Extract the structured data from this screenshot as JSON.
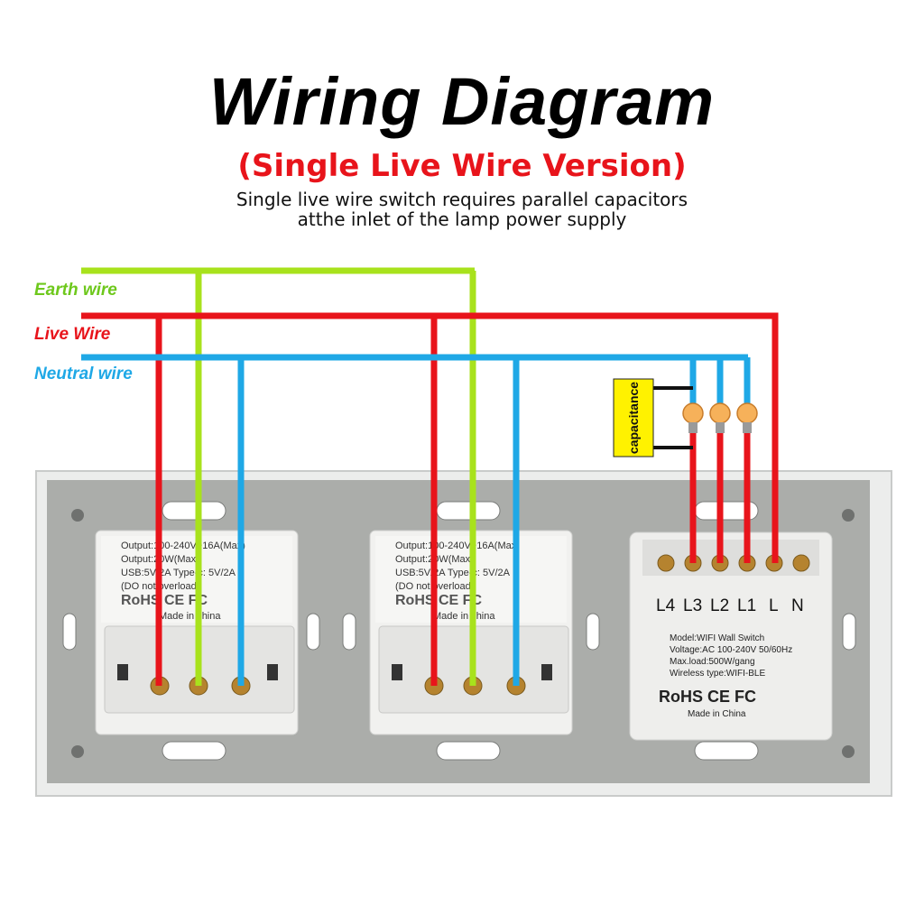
{
  "title": "Wiring Diagram",
  "subtitle": "(Single Live Wire Version)",
  "description": [
    "Single live wire switch requires parallel capacitors",
    "atthe inlet of the lamp power supply"
  ],
  "wires": {
    "earth": {
      "label": "Earth wire",
      "color": "#a8e21c"
    },
    "live": {
      "label": "Live Wire",
      "color": "#e8141b"
    },
    "neutral": {
      "label": "Neutral wire",
      "color": "#1fa8e6"
    }
  },
  "capacitance_label": "capacitance",
  "socket_label": {
    "line1": "Output:100-240V~16A(Max)",
    "line2": "Output:20W(Max)",
    "line3": "USB:5V/2A  Type-c: 5V/2A",
    "line4": "(DO not overload)",
    "made_in": "Made in china",
    "marks": "RoHS  CE  FC"
  },
  "switch_module": {
    "terminals": [
      "L4",
      "L3",
      "L2",
      "L1",
      "L",
      "N"
    ],
    "model": "Model:WIFI Wall Switch",
    "voltage": "Voltage:AC 100-240V 50/60Hz",
    "max_load": "Max.load:500W/gang",
    "wireless": "Wireless type:WIFI-BLE",
    "marks": "RoHS  CE  FC",
    "made_in": "Made in China"
  },
  "colors": {
    "panel": "#a9aba8",
    "panel_frame": "#e9ebea",
    "module": "#eeeeec",
    "capacitor": "#fff200"
  }
}
